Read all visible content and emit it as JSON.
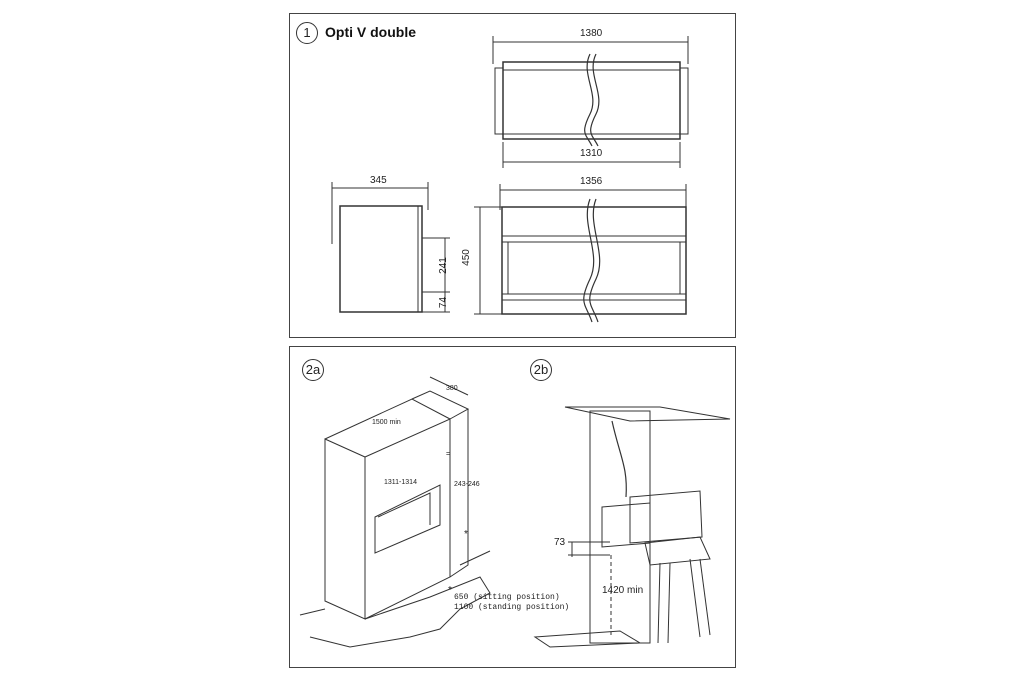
{
  "panel1": {
    "number": "1",
    "title": "Opti V double",
    "dims": {
      "top_width": "1380",
      "top_inner_width": "1310",
      "side_depth": "345",
      "front_width": "1356",
      "height": "450",
      "opening_height": "241",
      "base_height": "74"
    }
  },
  "panel2a": {
    "label": "2a",
    "dims": {
      "depth": "380",
      "min_width": "1500 min",
      "opening_width": "1311-1314",
      "opening_height": "243-246",
      "equal_mark": "=",
      "asterisk": "*"
    },
    "note": {
      "asterisk": "*",
      "line1": "650 (sitting position)",
      "line2": "1100 (standing position)"
    }
  },
  "panel2b": {
    "label": "2b",
    "dims": {
      "base_height": "73",
      "min_height": "1420 min"
    }
  }
}
